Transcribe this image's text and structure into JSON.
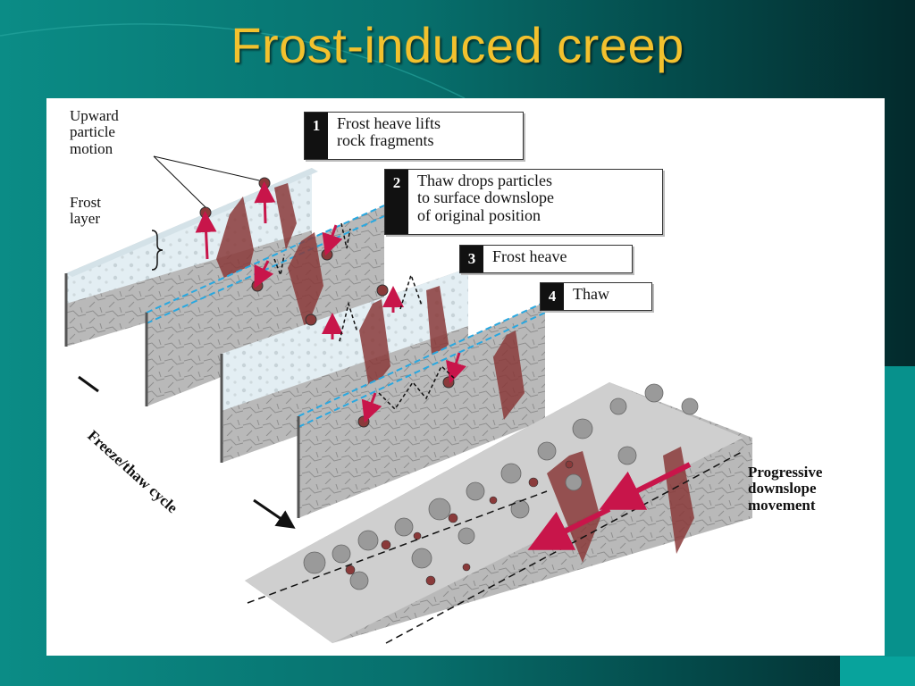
{
  "slide": {
    "title": "Frost-induced creep"
  },
  "figure": {
    "labels": {
      "upward_particle_motion": "Upward\nparticle\nmotion",
      "frost_layer": "Frost\nlayer",
      "progressive_downslope": "Progressive\ndownslope\nmovement",
      "cycle": "Freeze/thaw cycle"
    },
    "steps": [
      {
        "num": "1",
        "text": "Frost heave lifts\nrock fragments"
      },
      {
        "num": "2",
        "text": "Thaw drops particles\nto surface downslope\nof original position"
      },
      {
        "num": "3",
        "text": "Frost heave"
      },
      {
        "num": "4",
        "text": "Thaw"
      }
    ]
  },
  "colors": {
    "title": "#f2c12e",
    "background": "#07706d",
    "arrow": "#c8154a",
    "dashed": "#29a8e0",
    "root": "#8a3a3a"
  }
}
